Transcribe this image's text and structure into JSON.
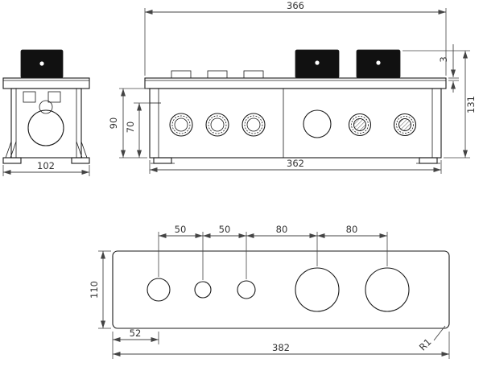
{
  "colors": {
    "line-color": "#1a1a1a",
    "dim-color": "#444444",
    "text-color": "#333333",
    "knob-color": "#111111"
  },
  "side_view": {
    "width": "102"
  },
  "front_view": {
    "overall_width": "366",
    "plate_thickness": "3",
    "overall_height": "131",
    "body_height": "90",
    "cavity_depth": "70",
    "body_width": "362"
  },
  "bottom_view": {
    "pitch": [
      "50",
      "50",
      "80",
      "80"
    ],
    "height": "110",
    "first_offset": "52",
    "overall_width": "382",
    "corner_radius": "R1"
  }
}
